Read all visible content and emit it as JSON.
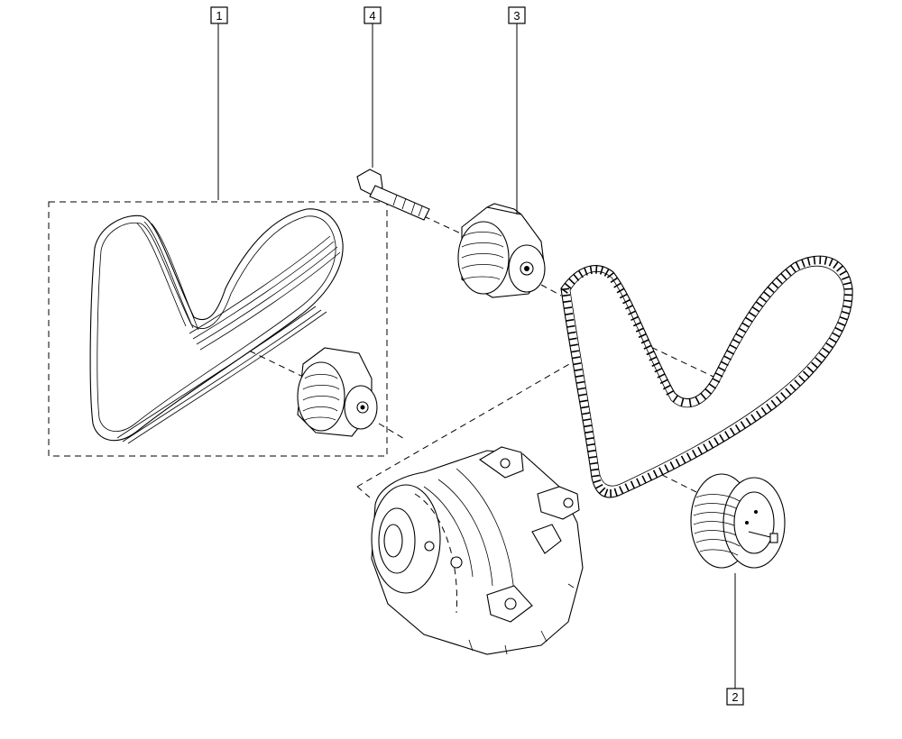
{
  "callouts": {
    "belt": "1",
    "idler_pulley": "2",
    "tensioner": "3",
    "bolt": "4"
  },
  "colors": {
    "line": "#000000",
    "background": "#ffffff"
  }
}
